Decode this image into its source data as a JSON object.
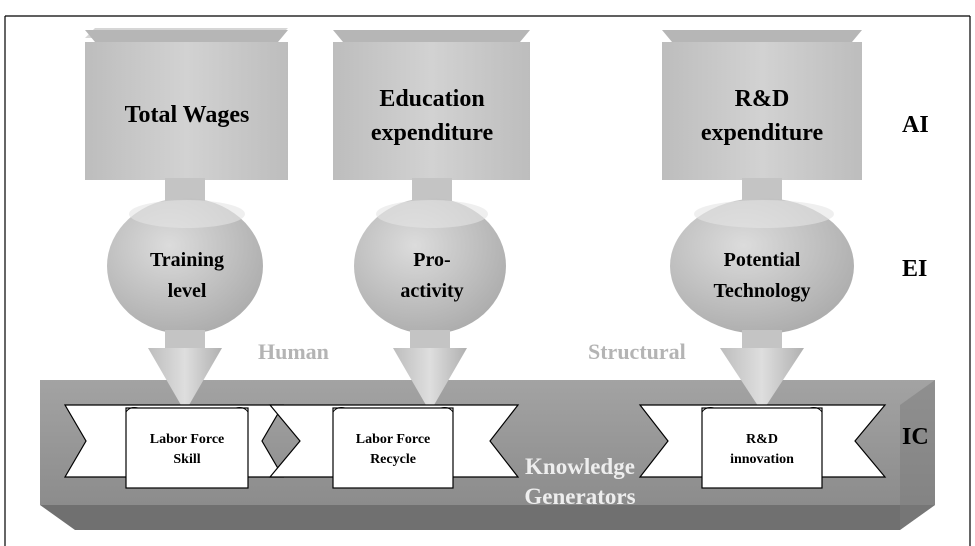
{
  "top_boxes": [
    {
      "lines": [
        "Total Wages"
      ]
    },
    {
      "lines": [
        "Education",
        "expenditure"
      ]
    },
    {
      "lines": [
        "R&D",
        "expenditure"
      ]
    }
  ],
  "discs": [
    {
      "lines": [
        "Training",
        "level"
      ]
    },
    {
      "lines": [
        "Pro-",
        "activity"
      ]
    },
    {
      "lines": [
        "Potential",
        "Technology"
      ]
    }
  ],
  "banners": [
    {
      "lines": [
        "Labor Force",
        "Skill"
      ]
    },
    {
      "lines": [
        "Labor Force",
        "Recycle"
      ]
    },
    {
      "lines": [
        "R&D",
        "innovation"
      ]
    }
  ],
  "faint_labels": {
    "human": "Human",
    "structural": "Structural"
  },
  "platform_label": [
    "Knowledge",
    "Generators"
  ],
  "level_labels": {
    "ai": "AI",
    "ei": "EI",
    "ic": "IC"
  },
  "colors": {
    "box": "#c8c8c8",
    "box_top": "#b3b3b3",
    "platform": "#9e9e9e",
    "platform_edge": "#6f6f6f",
    "faint_text": "#b4b4b4",
    "platform_text": "#eeeeee"
  }
}
